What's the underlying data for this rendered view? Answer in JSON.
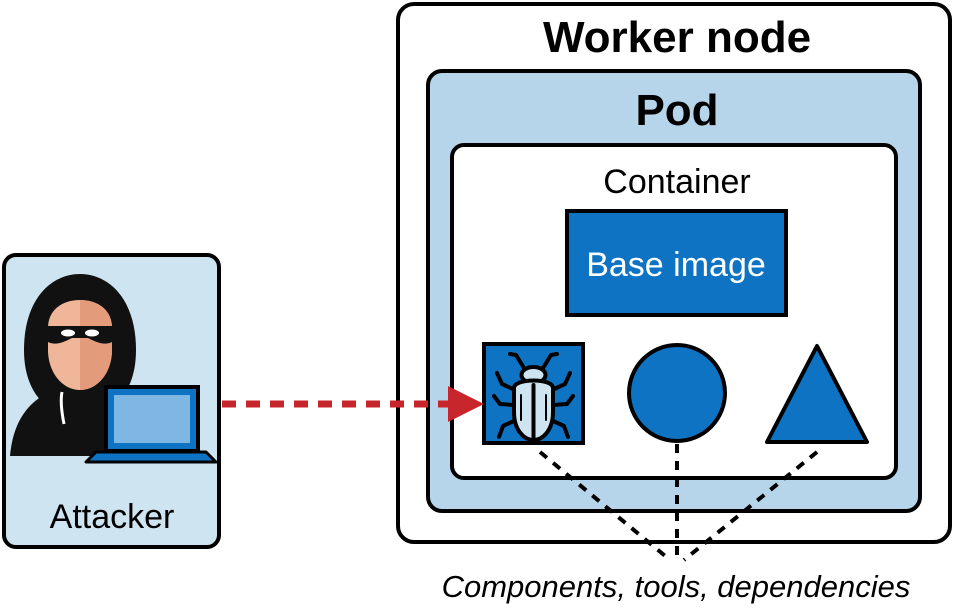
{
  "worker_node": {
    "title": "Worker node"
  },
  "pod": {
    "title": "Pod"
  },
  "container": {
    "title": "Container",
    "base_image": "Base image",
    "components": [
      {
        "kind": "bug",
        "icon": "bug-icon"
      },
      {
        "kind": "circle",
        "icon": "circle-shape"
      },
      {
        "kind": "triangle",
        "icon": "triangle-shape"
      }
    ]
  },
  "attacker": {
    "label": "Attacker",
    "icon": "hooded-attacker-icon"
  },
  "components_caption": "Components, tools, dependencies",
  "colors": {
    "outline": "#000000",
    "pod_fill": "#b6d5ea",
    "attacker_fill": "#cfe4f1",
    "accent_blue": "#0e73c2",
    "attack_red": "#c8262d",
    "skin": "#f0b699"
  }
}
